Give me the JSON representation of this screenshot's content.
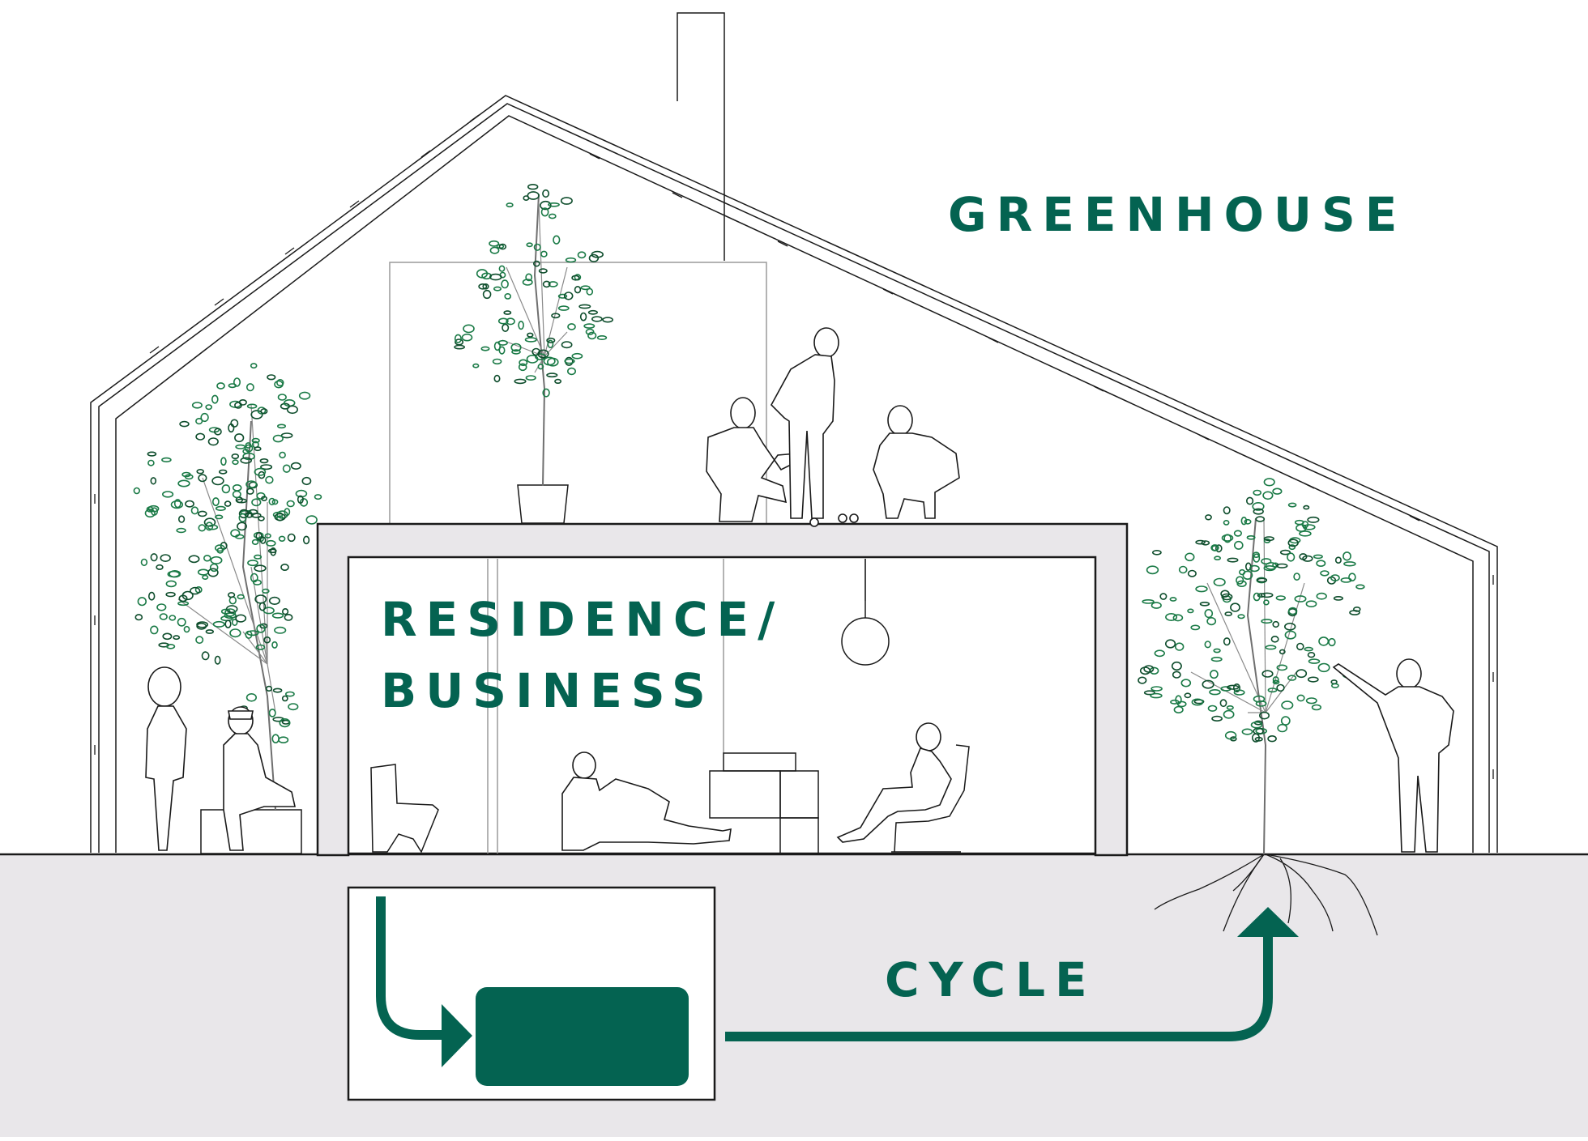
{
  "labels": {
    "greenhouse": "GREENHOUSE",
    "residence_line1": "RESIDENCE/",
    "residence_line2": "BUSINESS",
    "cycle": "CYCLE"
  },
  "colors": {
    "accent": "#046351",
    "leaf": "#1a7a46",
    "ground": "#e9e7ea",
    "line": "#1a1a1a",
    "thin": "#9a9a9a"
  }
}
